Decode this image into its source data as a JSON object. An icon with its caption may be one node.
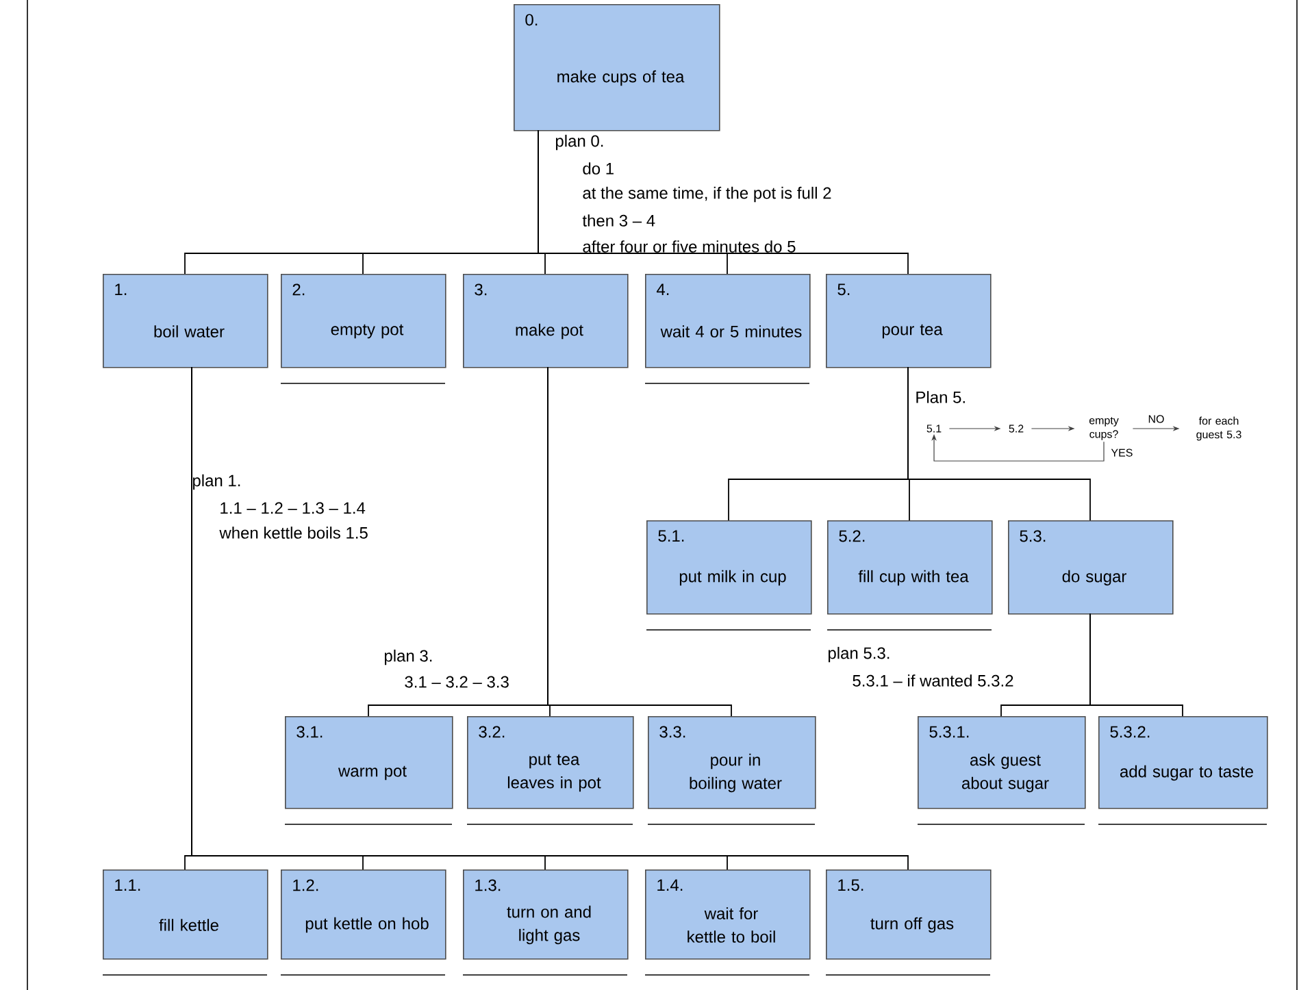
{
  "diagram": {
    "nodes": [
      {
        "text": [
          "0.",
          "make cups of tea"
        ]
      },
      {
        "text": [
          "1.",
          "boil water"
        ]
      },
      {
        "text": [
          "2.",
          "empty pot"
        ]
      },
      {
        "text": [
          "3.",
          "make pot"
        ]
      },
      {
        "text": [
          "4.",
          "wait 4 or 5 minutes"
        ]
      },
      {
        "text": [
          "5.",
          "pour tea"
        ]
      },
      {
        "text": [
          "5.1"
        ]
      },
      {
        "text": [
          "5.2"
        ]
      },
      {
        "text": [
          "empty cups?"
        ]
      },
      {
        "text": [
          "for each guest 5.3"
        ]
      },
      {
        "text": [
          "5.1.",
          "put milk in cup"
        ]
      },
      {
        "text": [
          "5.2.",
          "fill cup with tea"
        ]
      },
      {
        "text": [
          "5.3.",
          "do sugar"
        ]
      },
      {
        "text": [
          "3.1.",
          "warm pot"
        ]
      },
      {
        "text": [
          "3.2.",
          "put tea leaves in pot"
        ]
      },
      {
        "text": [
          "3.3.",
          "pour in boiling water"
        ]
      },
      {
        "text": [
          "5.3.1.",
          "ask guest about sugar"
        ]
      },
      {
        "text": [
          "5.3.2.",
          "add sugar to taste"
        ]
      },
      {
        "text": [
          "1.1.",
          "fill kettle"
        ]
      },
      {
        "text": [
          "1.2.",
          "put kettle on hob"
        ]
      },
      {
        "text": [
          "1.3.",
          "turn on and light gas"
        ]
      },
      {
        "text": [
          "1.4.",
          "wait for kettle to boil"
        ]
      },
      {
        "text": [
          "1.5.",
          "turn off gas"
        ]
      }
    ],
    "edges": [
      {
        "from": 0,
        "to": 1,
        "arrow": "none"
      },
      {
        "from": 0,
        "to": 2,
        "arrow": "none"
      },
      {
        "from": 0,
        "to": 3,
        "arrow": "none"
      },
      {
        "from": 0,
        "to": 4,
        "arrow": "none"
      },
      {
        "from": 0,
        "to": 5,
        "arrow": "none"
      },
      {
        "from": 5,
        "to": 10,
        "arrow": "none"
      },
      {
        "from": 5,
        "to": 11,
        "arrow": "none"
      },
      {
        "from": 5,
        "to": 12,
        "arrow": "none"
      },
      {
        "from": 3,
        "to": 13,
        "arrow": "none"
      },
      {
        "from": 3,
        "to": 14,
        "arrow": "none"
      },
      {
        "from": 3,
        "to": 15,
        "arrow": "none"
      },
      {
        "from": 12,
        "to": 16,
        "arrow": "none"
      },
      {
        "from": 12,
        "to": 17,
        "arrow": "none"
      },
      {
        "from": 1,
        "to": 18,
        "arrow": "none"
      },
      {
        "from": 1,
        "to": 19,
        "arrow": "none"
      },
      {
        "from": 1,
        "to": 20,
        "arrow": "none"
      },
      {
        "from": 1,
        "to": 21,
        "arrow": "none"
      },
      {
        "from": 1,
        "to": 22,
        "arrow": "none"
      },
      {
        "from": 6,
        "to": 7,
        "arrow": "to"
      },
      {
        "from": 7,
        "to": 8,
        "arrow": "to"
      },
      {
        "from": 8,
        "to": 9,
        "arrow": "to",
        "label": "NO"
      },
      {
        "from": 8,
        "to": 6,
        "arrow": "to",
        "label": "YES"
      }
    ],
    "labels": [
      "plan 0.",
      "do 1",
      "at the same time, if the pot is full 2",
      "then 3 – 4",
      "after four or five minutes do 5",
      "Plan 5.",
      "plan 1.",
      "1.1 – 1.2 – 1.3 – 1.4",
      "when kettle boils 1.5",
      "plan 3.",
      "3.1 – 3.2 – 3.3",
      "plan 5.3.",
      "5.3.1 – if wanted 5.3.2"
    ]
  }
}
